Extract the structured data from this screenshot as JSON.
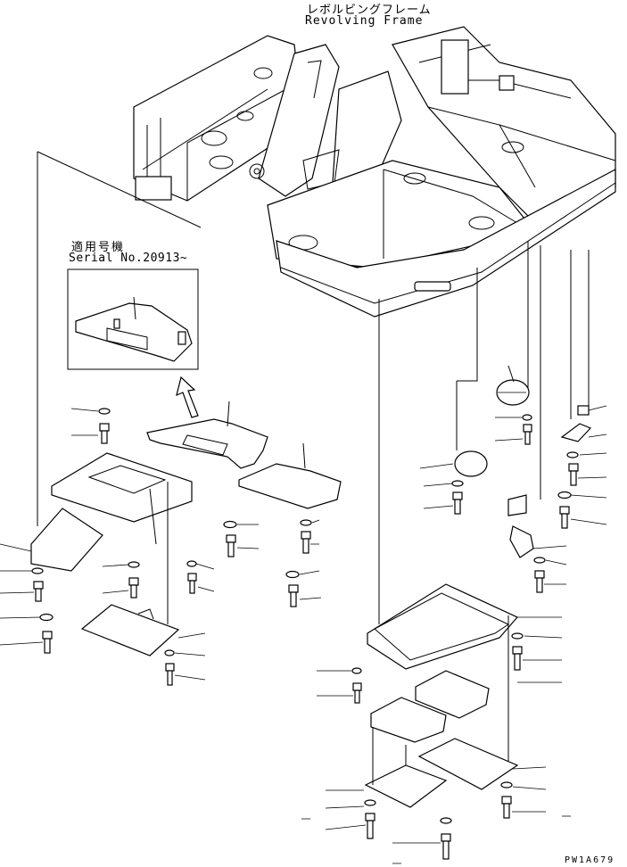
{
  "header": {
    "title_jp": "レボルビングフレーム",
    "title_en": "Revolving Frame"
  },
  "inset": {
    "label_jp": "適用号機",
    "label_en": "Serial No.20913~"
  },
  "footer": {
    "drawing_code": "PW1A679"
  },
  "colors": {
    "line": "#000000",
    "background": "#ffffff"
  }
}
